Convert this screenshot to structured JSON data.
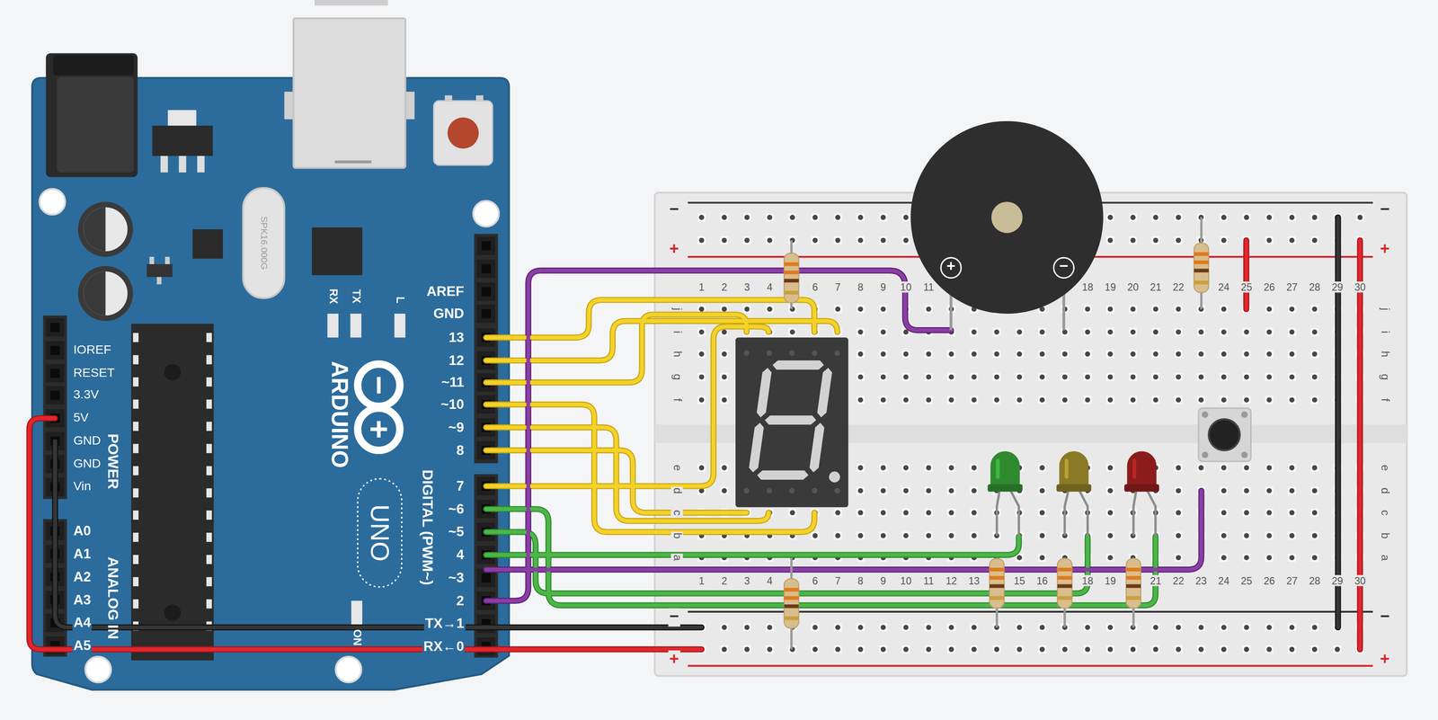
{
  "diagram": {
    "labels": [
      "AREF",
      "GND",
      "13",
      "12",
      "~11",
      "~10",
      "~9",
      "8",
      "7",
      "~6",
      "~5",
      "4",
      "~3",
      "2",
      "TX→1",
      "RX←0",
      "IOREF",
      "RESET",
      "3.3V",
      "5V",
      "GND",
      "GND",
      "Vin",
      "POWER",
      "A0",
      "A1",
      "A2",
      "A3",
      "A4",
      "A5",
      "ANALOG IN",
      "DIGITAL (PWM~)",
      "ARDUINO",
      "UNO",
      "RX",
      "TX",
      "L",
      "ON",
      "SPK16.000G",
      "1",
      "2",
      "3",
      "4",
      "6",
      "7",
      "8",
      "9",
      "10",
      "11",
      "18",
      "19",
      "20",
      "21",
      "22",
      "24",
      "25",
      "26",
      "27",
      "28",
      "29",
      "30",
      "1",
      "2",
      "3",
      "4",
      "6",
      "7",
      "8",
      "9",
      "10",
      "11",
      "12",
      "13",
      "15",
      "16",
      "18",
      "19",
      "21",
      "22",
      "23",
      "24",
      "25",
      "26",
      "27",
      "28",
      "29",
      "30",
      "j",
      "i",
      "h",
      "g",
      "f",
      "e",
      "d",
      "c",
      "b",
      "a",
      "j",
      "i",
      "h",
      "g",
      "f",
      "e",
      "d",
      "c",
      "b",
      "a",
      "−",
      "+",
      "−",
      "+",
      "−",
      "+",
      "−",
      "+",
      "+",
      "−"
    ]
  }
}
